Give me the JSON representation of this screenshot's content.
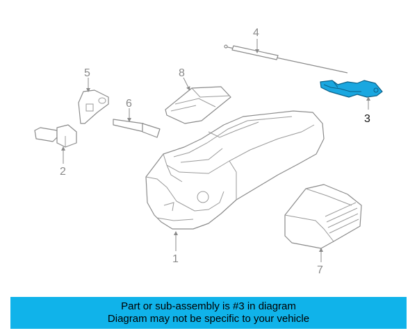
{
  "diagram": {
    "callouts": [
      "1",
      "2",
      "3",
      "4",
      "5",
      "6",
      "7",
      "8"
    ],
    "highlighted_callout": "3",
    "highlight_color": "#1aa7e0"
  },
  "banner": {
    "line1": "Part or sub-assembly is #3 in diagram",
    "line2": "Diagram may not be specific to your vehicle",
    "color": "#10b3ea"
  }
}
